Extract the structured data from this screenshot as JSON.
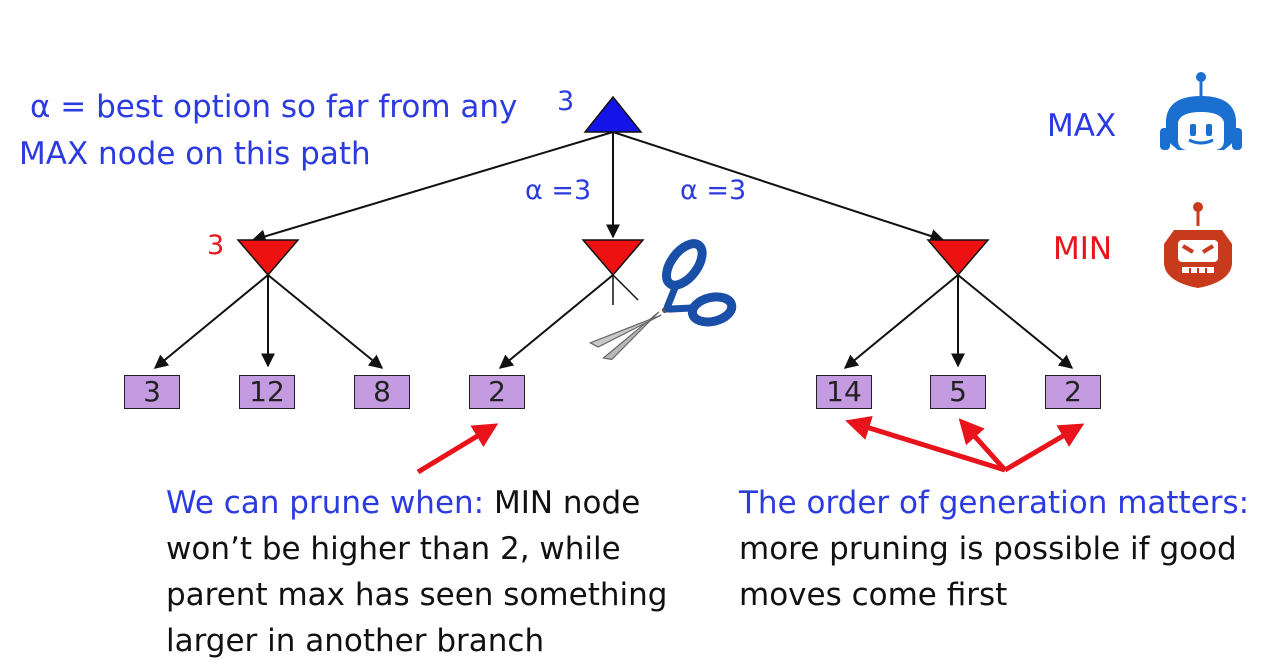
{
  "alpha_definition": {
    "line1": "α = best option so far from any",
    "line2": "MAX node on this path"
  },
  "root_value": "3",
  "left_min_value": "3",
  "edge_labels": {
    "middle": "α =3",
    "right": "α =3"
  },
  "legend": {
    "max_label": "MAX",
    "min_label": "MIN",
    "max_icon": "blue-robot-icon",
    "min_icon": "red-robot-icon"
  },
  "leaves": {
    "left": [
      "3",
      "12",
      "8"
    ],
    "middle": [
      "2"
    ],
    "right": [
      "14",
      "5",
      "2"
    ]
  },
  "prune_note": {
    "highlight": "We can prune when:",
    "line1_rest": " MIN node",
    "line2": "won’t be higher than 2, while",
    "line3": "parent max has seen something",
    "line4": "larger in another branch"
  },
  "order_note": {
    "line1": "The order of generation matters:",
    "line2": "more pruning is possible if good",
    "line3": "moves come first"
  },
  "colors": {
    "max_node": "#1414e8",
    "min_node": "#ee1111",
    "leaf_fill": "#c49be0",
    "accent_blue": "#2b3be0",
    "accent_red": "#e8131b"
  }
}
